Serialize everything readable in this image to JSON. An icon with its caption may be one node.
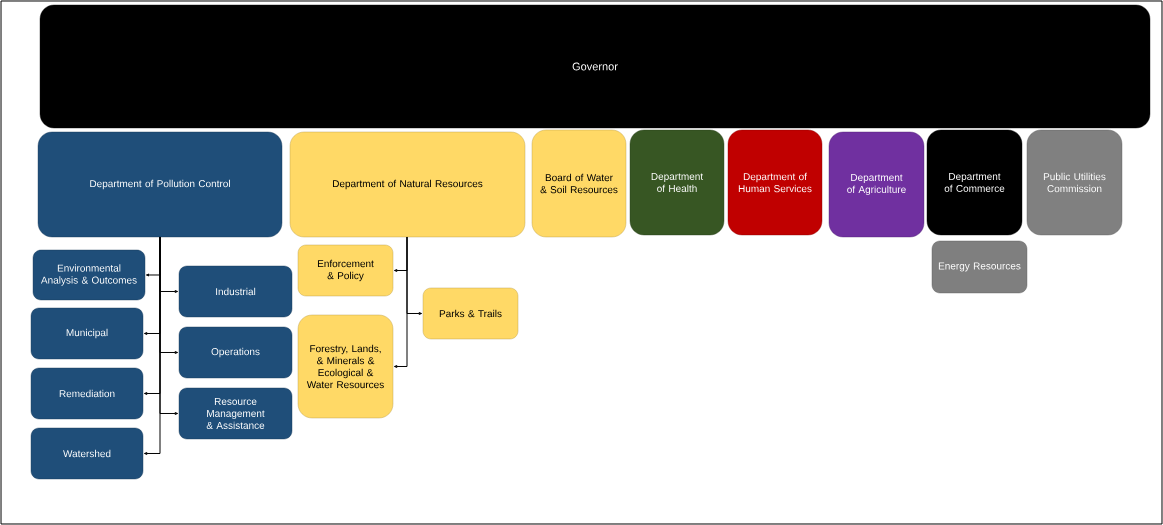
{
  "diagram": {
    "nodes": [
      {
        "text": [
          "Governor"
        ]
      },
      {
        "text": [
          "Department of Pollution Control"
        ]
      },
      {
        "text": [
          "Department of Natural Resources"
        ]
      },
      {
        "text": [
          "Board of Water & Soil Resources"
        ]
      },
      {
        "text": [
          "Department of Health"
        ]
      },
      {
        "text": [
          "Department of Human Services"
        ]
      },
      {
        "text": [
          "Department of Agriculture"
        ]
      },
      {
        "text": [
          "Department of Commerce"
        ]
      },
      {
        "text": [
          "Public Utilities Commission"
        ]
      },
      {
        "text": [
          "Energy Resources"
        ]
      },
      {
        "text": [
          "Environmental Analysis & Outcomes"
        ]
      },
      {
        "text": [
          "Industrial"
        ]
      },
      {
        "text": [
          "Municipal"
        ]
      },
      {
        "text": [
          "Operations"
        ]
      },
      {
        "text": [
          "Remediation"
        ]
      },
      {
        "text": [
          "Resource Management & Assistance"
        ]
      },
      {
        "text": [
          "Watershed"
        ]
      },
      {
        "text": [
          "Enforcement & Policy"
        ]
      },
      {
        "text": [
          "Parks & Trails"
        ]
      },
      {
        "text": [
          "Forestry, Lands, & Minerals & Ecological & Water Resources"
        ]
      }
    ],
    "edges": [
      {
        "from": 1,
        "to": 10,
        "arrow": "to"
      },
      {
        "from": 1,
        "to": 11,
        "arrow": "to"
      },
      {
        "from": 1,
        "to": 12,
        "arrow": "to"
      },
      {
        "from": 1,
        "to": 13,
        "arrow": "to"
      },
      {
        "from": 1,
        "to": 14,
        "arrow": "to"
      },
      {
        "from": 1,
        "to": 15,
        "arrow": "to"
      },
      {
        "from": 1,
        "to": 16,
        "arrow": "to"
      },
      {
        "from": 2,
        "to": 17,
        "arrow": "to"
      },
      {
        "from": 2,
        "to": 18,
        "arrow": "to"
      },
      {
        "from": 2,
        "to": 19,
        "arrow": "to"
      }
    ]
  }
}
